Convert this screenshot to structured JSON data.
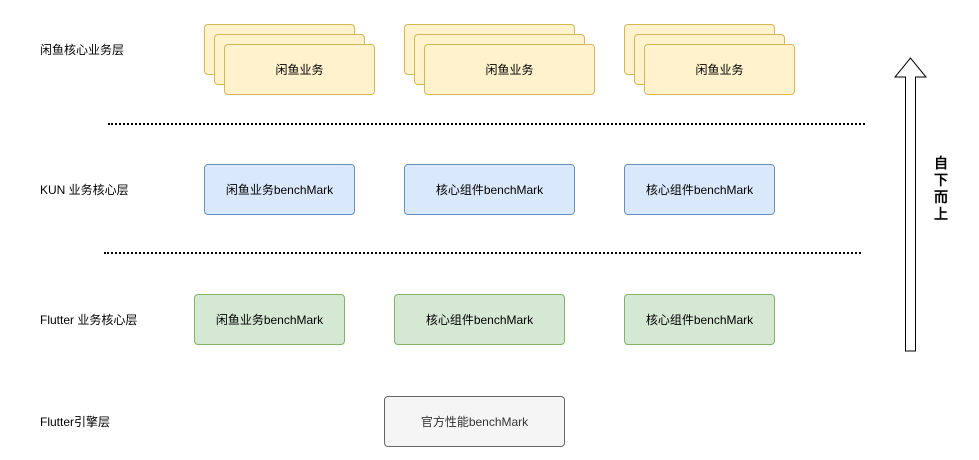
{
  "layers": {
    "top": "闲鱼核心业务层",
    "kun": "KUN 业务核心层",
    "flutter_core": "Flutter 业务核心层",
    "engine": "Flutter引擎层"
  },
  "top_boxes": [
    "闲鱼业务",
    "闲鱼业务",
    "闲鱼业务"
  ],
  "kun_boxes": [
    "闲鱼业务benchMark",
    "核心组件benchMark",
    "核心组件benchMark"
  ],
  "flutter_boxes": [
    "闲鱼业务benchMark",
    "核心组件benchMark",
    "核心组件benchMark"
  ],
  "engine_box": "官方性能benchMark",
  "arrow_label": "自下而上",
  "colors": {
    "yellow_fill": "#fff2cc",
    "yellow_stroke": "#d6b656",
    "blue_fill": "#dae8fc",
    "blue_stroke": "#6c8ebf",
    "green_fill": "#d5e8d4",
    "green_stroke": "#82b366",
    "gray_fill": "#f5f5f5",
    "gray_stroke": "#666666"
  }
}
